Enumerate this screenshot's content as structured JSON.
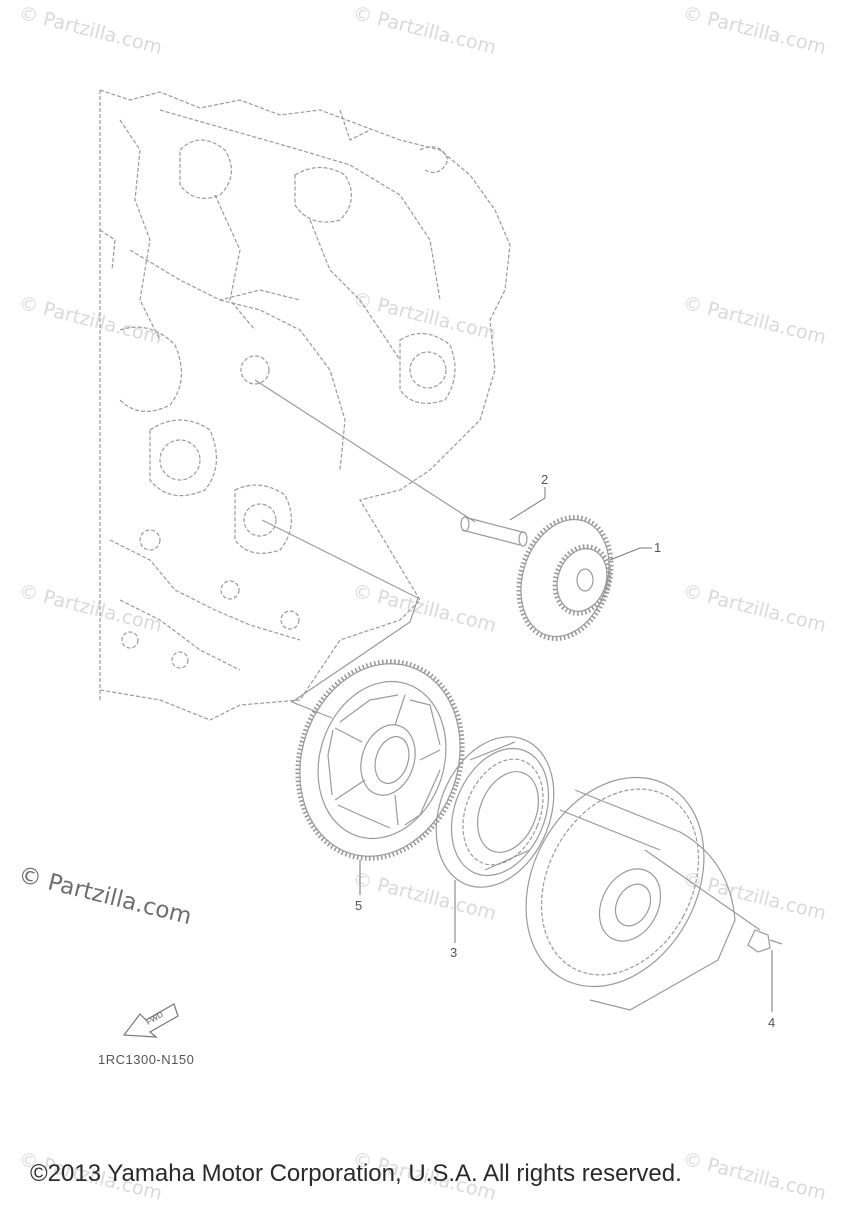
{
  "watermarks": {
    "text": "© Partzilla.com",
    "large_text": "© Partzilla.com"
  },
  "callouts": [
    "1",
    "2",
    "3",
    "4",
    "5"
  ],
  "fwd_label": "FWD",
  "diagram_code": "1RC1300-N150",
  "copyright": "©2013 Yamaha Motor Corporation, U.S.A. All rights reserved.",
  "colors": {
    "line": "#9a9a9a",
    "watermark": "#d9d9d9",
    "text": "#2a2a2a"
  }
}
